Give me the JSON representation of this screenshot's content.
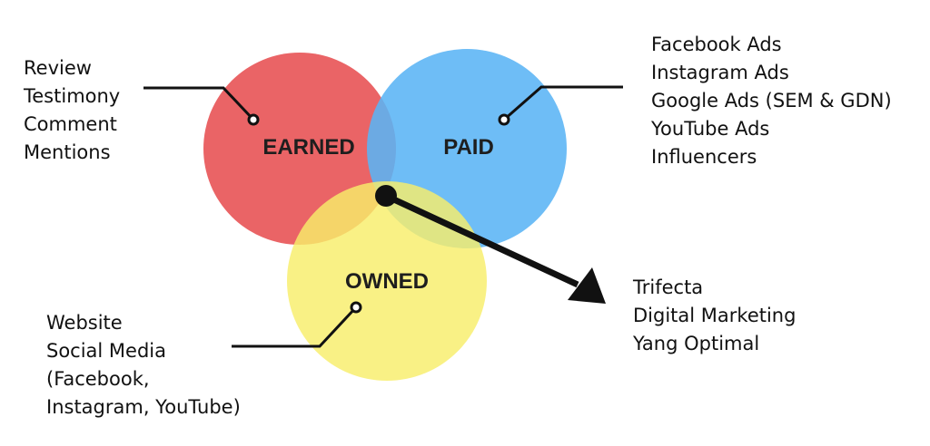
{
  "diagram": {
    "circles": {
      "earned": {
        "label": "EARNED",
        "color": "#e8585a"
      },
      "paid": {
        "label": "PAID",
        "color": "#5ab4f5"
      },
      "owned": {
        "label": "OWNED",
        "color": "#f8ee6a"
      }
    },
    "earned_items": [
      "Review",
      "Testimony",
      "Comment",
      "Mentions"
    ],
    "paid_items": [
      "Facebook Ads",
      "Instagram Ads",
      "Google Ads (SEM & GDN)",
      "YouTube Ads",
      "Influencers"
    ],
    "owned_items": [
      "Website",
      "Social Media",
      "(Facebook,",
      "Instagram, YouTube)"
    ],
    "result_items": [
      "Trifecta",
      "Digital Marketing",
      "Yang Optimal"
    ]
  }
}
